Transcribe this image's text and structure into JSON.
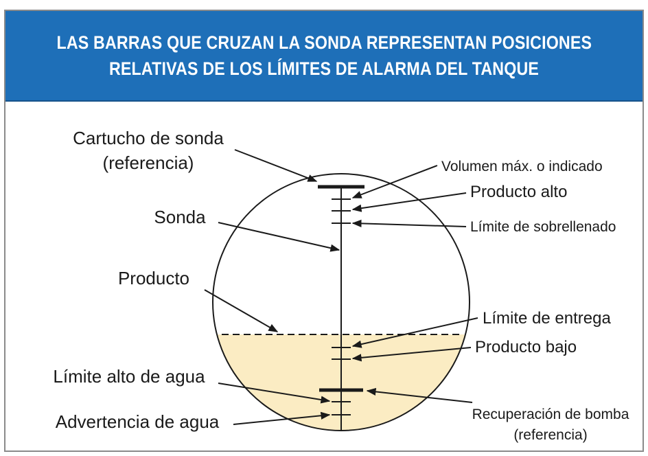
{
  "header": {
    "title_line1": "LAS BARRAS QUE CRUZAN LA SONDA REPRESENTAN POSICIONES",
    "title_line2": "RELATIVAS DE LOS LÍMITES DE ALARMA DEL TANQUE"
  },
  "labels": {
    "cartucho_line1": "Cartucho de sonda",
    "cartucho_line2": "(referencia)",
    "sonda": "Sonda",
    "producto": "Producto",
    "limite_alto_agua": "Límite alto de agua",
    "advertencia_agua": "Advertencia de agua",
    "volumen_max": "Volumen máx. o indicado",
    "producto_alto": "Producto alto",
    "limite_sobrellenado": "Límite de sobrellenado",
    "limite_entrega": "Límite de entrega",
    "producto_bajo": "Producto bajo",
    "recuperacion_line1": "Recuperación de bomba",
    "recuperacion_line2": "(referencia)"
  },
  "colors": {
    "header_bg": "#1e6fb8",
    "product_fill": "#fbecc3",
    "line": "#1a1a1a"
  }
}
